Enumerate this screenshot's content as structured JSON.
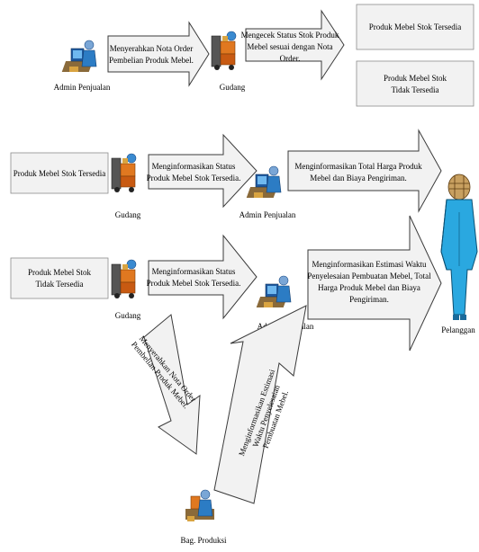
{
  "actors": {
    "admin_1": "Admin Penjualan",
    "gudang_1": "Gudang",
    "gudang_2": "Gudang",
    "admin_2": "Admin Penjualan",
    "gudang_3": "Gudang",
    "admin_3": "Admin Penjualan",
    "produksi": "Bag. Produksi",
    "pelanggan": "Pelanggan"
  },
  "boxes": {
    "stok_tersedia_top": "Produk Mebel Stok Tersedia",
    "stok_tidak_top": [
      "Produk Mebel Stok",
      "Tidak Tersedia"
    ],
    "stok_tersedia_mid": "Produk Mebel Stok Tersedia",
    "stok_tidak_bottom": [
      "Produk Mebel Stok",
      "Tidak Tersedia"
    ]
  },
  "arrows": {
    "a1": [
      "Menyerahkan Nota Order",
      "Pembelian Produk Mebel."
    ],
    "a2": [
      "Mengecek Status Stok Produk",
      "Mebel sesuai dengan Nota",
      "Order."
    ],
    "a3": [
      "Menginformasikan Status",
      "Produk Mebel Stok Tersedia."
    ],
    "a4": [
      "Menginformasikan Total Harga Produk",
      "Mebel dan Biaya Pengiriman."
    ],
    "a5": [
      "Menginformasikan Status",
      "Produk Mebel Stok Tersedia."
    ],
    "a6": [
      "Menginformasikan Estimasi Waktu",
      "Penyelesaian Pembuatan Mebel, Total",
      "Harga Produk Mebel dan Biaya",
      "Pengiriman."
    ],
    "a7": [
      "Menyerahkan Nota Order",
      "Pembelian Produk Mebel."
    ],
    "a8": [
      "Menginformasikan Estimasi",
      "Waktu Penyelesaian",
      "Pembuatan Mebel."
    ]
  },
  "colors": {
    "box_fill": "#f2f2f2",
    "arrow_fill": "#f2f2f2",
    "person_blue": "#2aa8e0",
    "hat_tan": "#c8a060",
    "worker_orange": "#e07820"
  },
  "icons": {
    "admin": "admin-computer-icon",
    "gudang": "warehouse-worker-icon",
    "produksi": "production-worker-icon",
    "pelanggan": "customer-figure-icon"
  }
}
